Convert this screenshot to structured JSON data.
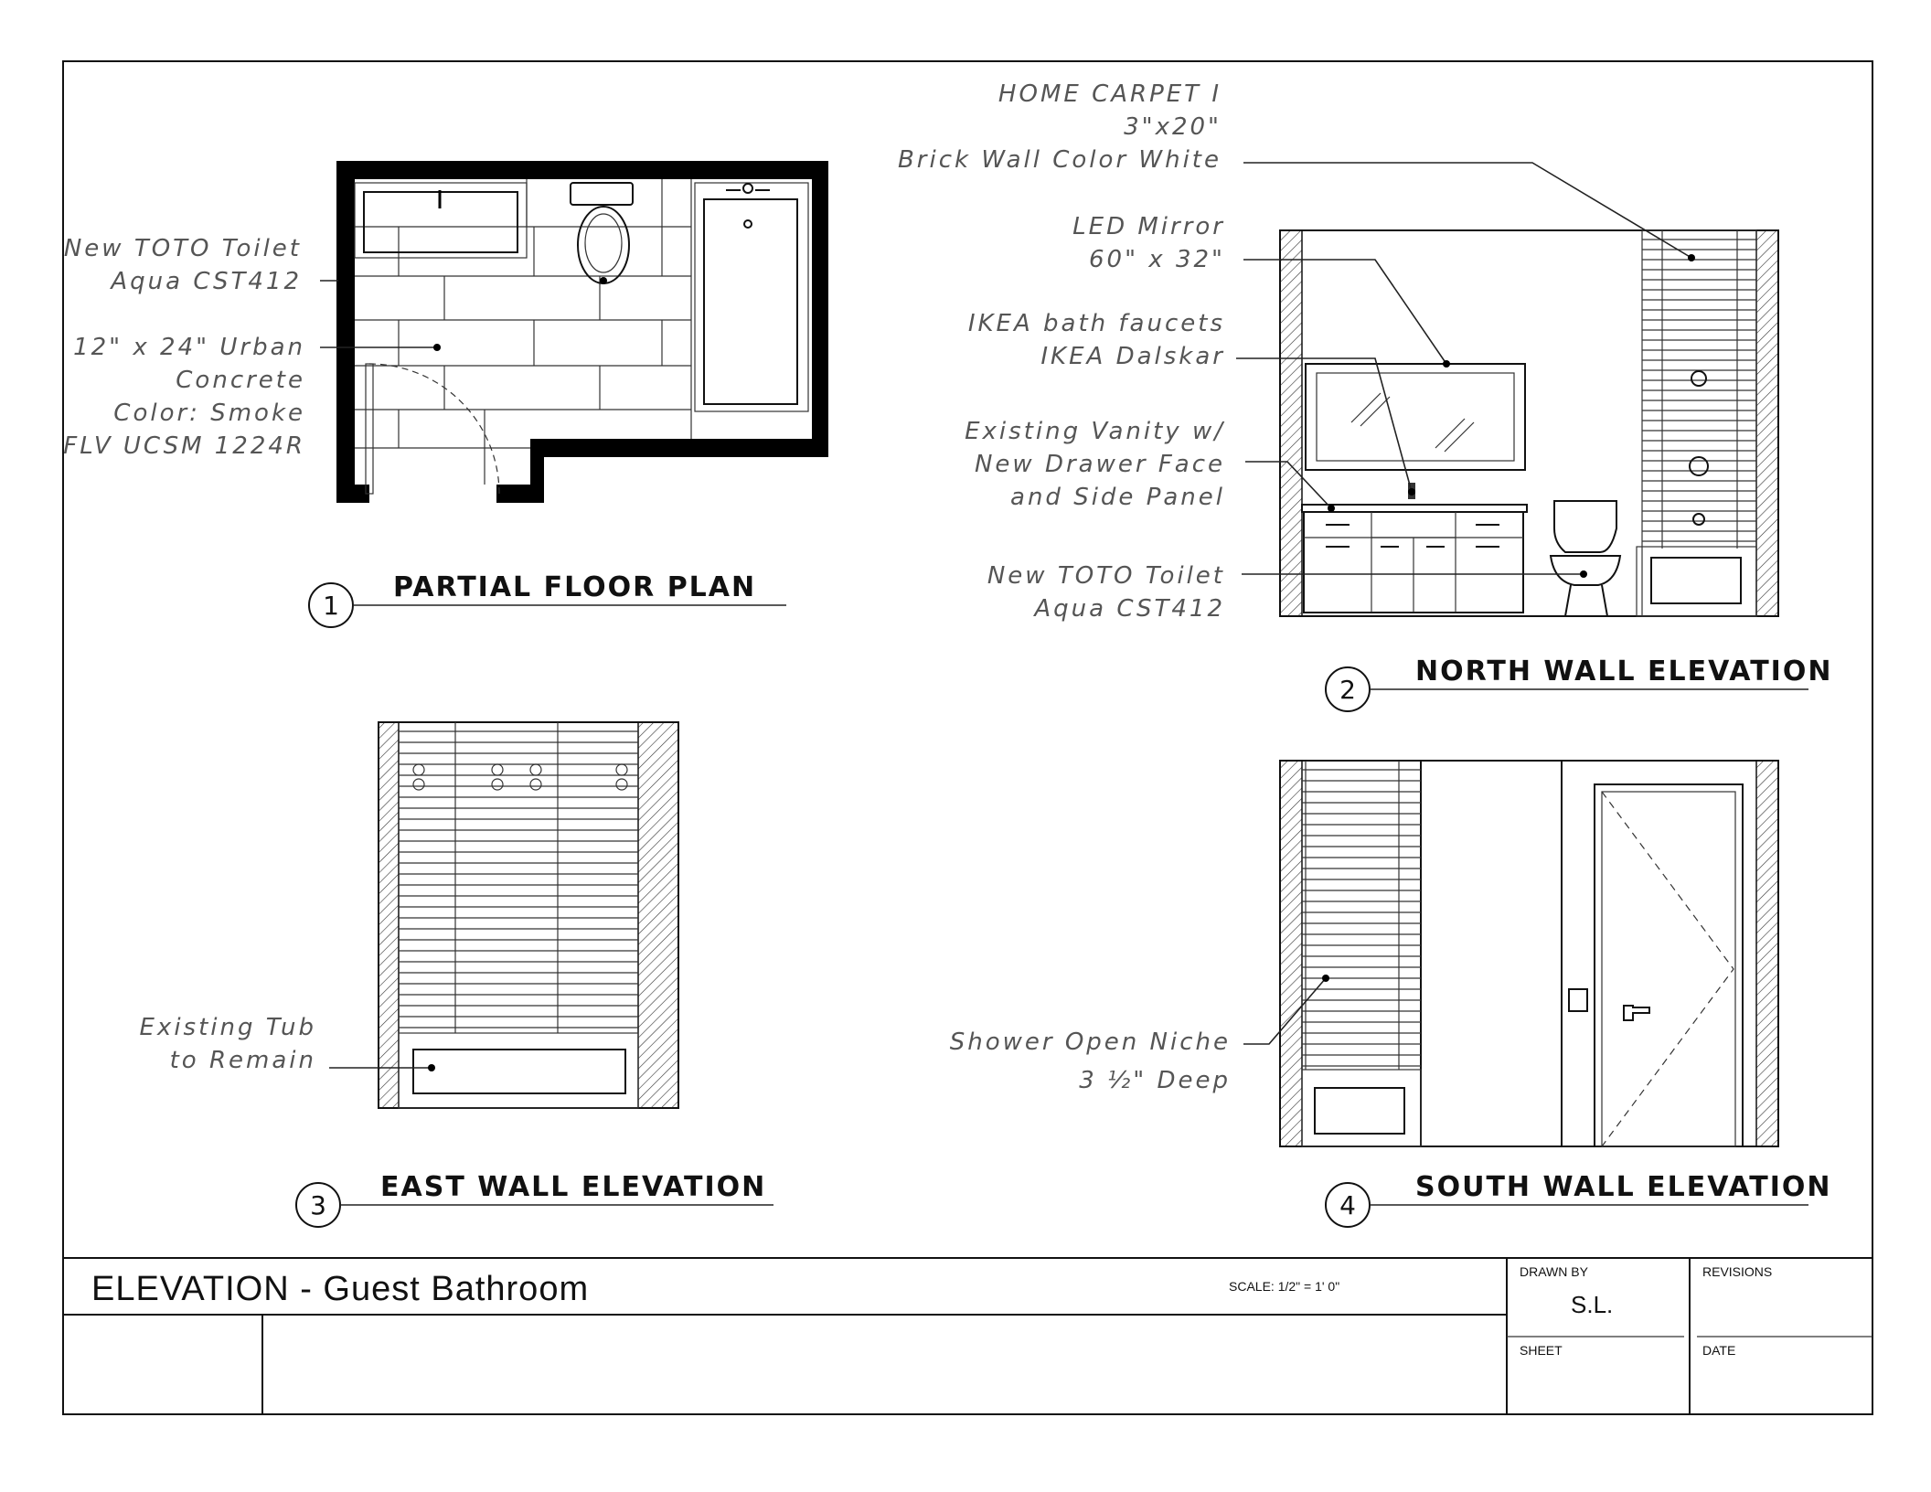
{
  "sheet": {
    "title": "ELEVATION - Guest Bathroom",
    "scale": "SCALE: 1/2\" = 1' 0\"",
    "drawn_by_label": "DRAWN BY",
    "drawn_by_value": "S.L.",
    "revisions_label": "REVISIONS",
    "sheet_label": "SHEET",
    "date_label": "DATE"
  },
  "views": [
    {
      "number": "1",
      "title": "PARTIAL FLOOR PLAN"
    },
    {
      "number": "2",
      "title": "NORTH WALL ELEVATION"
    },
    {
      "number": "3",
      "title": "EAST WALL ELEVATION"
    },
    {
      "number": "4",
      "title": "SOUTH WALL ELEVATION"
    }
  ],
  "floor_plan_notes": {
    "toilet": [
      "New TOTO Toilet",
      "Aqua CST412"
    ],
    "tile": [
      "12\" x 24\" Urban",
      "Concrete",
      "Color: Smoke",
      "FLV UCSM 1224R"
    ]
  },
  "north_notes": {
    "carpet": [
      "HOME CARPET I",
      "3\"x20\"",
      "Brick Wall Color White"
    ],
    "mirror": [
      "LED Mirror",
      "60\" x 32\""
    ],
    "faucets": [
      "IKEA bath faucets",
      "IKEA Dalskar"
    ],
    "vanity": [
      "Existing Vanity w/",
      "New Drawer Face",
      "and Side Panel"
    ],
    "toilet": [
      "New TOTO Toilet",
      "Aqua CST412"
    ]
  },
  "east_notes": {
    "tub": [
      "Existing Tub",
      "to Remain"
    ]
  },
  "south_notes": {
    "niche": [
      "Shower Open Niche",
      "3 ½\" Deep"
    ]
  }
}
